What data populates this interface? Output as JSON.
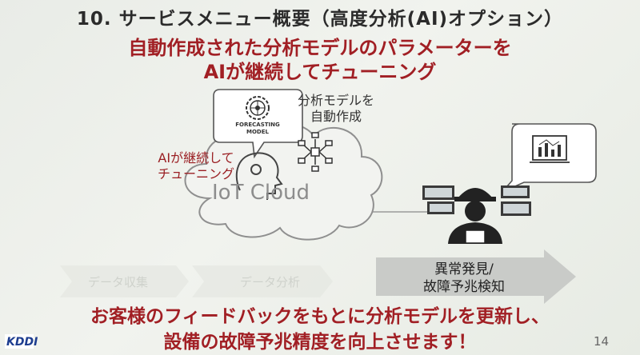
{
  "slide": {
    "title": "10. サービスメニュー概要（高度分析(AI)オプション）",
    "subtitle_line1": "自動作成された分析モデルのパラメーターを",
    "subtitle_line2": "AIが継続してチューニング",
    "bottom_line1": "お客様のフィードバックをもとに分析モデルを更新し、",
    "bottom_line2": "設備の故障予兆精度を向上させます！",
    "page_number": "14",
    "logo": "KDDI"
  },
  "diagram": {
    "model_card_line1": "FORECASTING",
    "model_card_line2": "MODEL",
    "label_auto_create_line1": "分析モデルを",
    "label_auto_create_line2": "自動作成",
    "label_ai_line1": "AIが継続して",
    "label_ai_line2": "チューニング",
    "cloud_label": "IoT Cloud",
    "arrow_line1": "異常発見/",
    "arrow_line2": "故障予兆検知",
    "ghost_step1": "データ収集",
    "ghost_step2": "データ分析"
  },
  "icons": [
    "brain-gear-icon",
    "network-icon",
    "head-icon",
    "worker-icon",
    "chart-bubble-icon",
    "dashboard-icon"
  ],
  "colors": {
    "accent_red": "#a11f24",
    "text_dark": "#2b2b2b",
    "line_gray": "#8f8f8f",
    "arrow_gray": "#c9cbc8"
  }
}
